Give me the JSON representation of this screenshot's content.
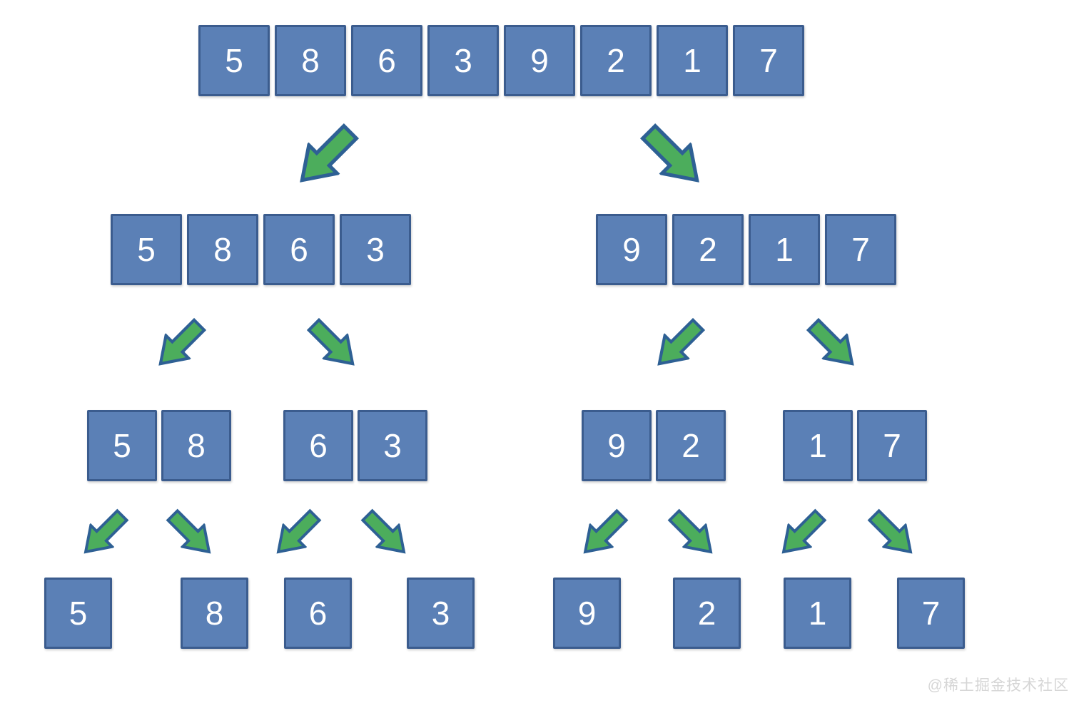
{
  "colors": {
    "box_fill": "#5b80b6",
    "box_border": "#3b5c8e",
    "arrow_fill": "#4cad5c",
    "arrow_border": "#2e6094",
    "number_color": "#ffffff",
    "watermark_color": "#d6d6d6",
    "bg": "#ffffff"
  },
  "diagram": {
    "type": "merge-sort-divide-tree",
    "levels": [
      {
        "groups": [
          [
            "5",
            "8",
            "6",
            "3",
            "9",
            "2",
            "1",
            "7"
          ]
        ]
      },
      {
        "groups": [
          [
            "5",
            "8",
            "6",
            "3"
          ],
          [
            "9",
            "2",
            "1",
            "7"
          ]
        ]
      },
      {
        "groups": [
          [
            "5",
            "8"
          ],
          [
            "6",
            "3"
          ],
          [
            "9",
            "2"
          ],
          [
            "1",
            "7"
          ]
        ]
      },
      {
        "groups": [
          [
            "5"
          ],
          [
            "8"
          ],
          [
            "6"
          ],
          [
            "3"
          ],
          [
            "9"
          ],
          [
            "2"
          ],
          [
            "1"
          ],
          [
            "7"
          ]
        ]
      }
    ],
    "arrows": [
      [
        "down-left",
        "down-right"
      ],
      [
        "down-left",
        "down-right",
        "down-left",
        "down-right"
      ],
      [
        "down-left",
        "down-right",
        "down-left",
        "down-right",
        "down-left",
        "down-right",
        "down-left",
        "down-right"
      ]
    ]
  },
  "watermark": {
    "text": "@稀土掘金技术社区"
  }
}
